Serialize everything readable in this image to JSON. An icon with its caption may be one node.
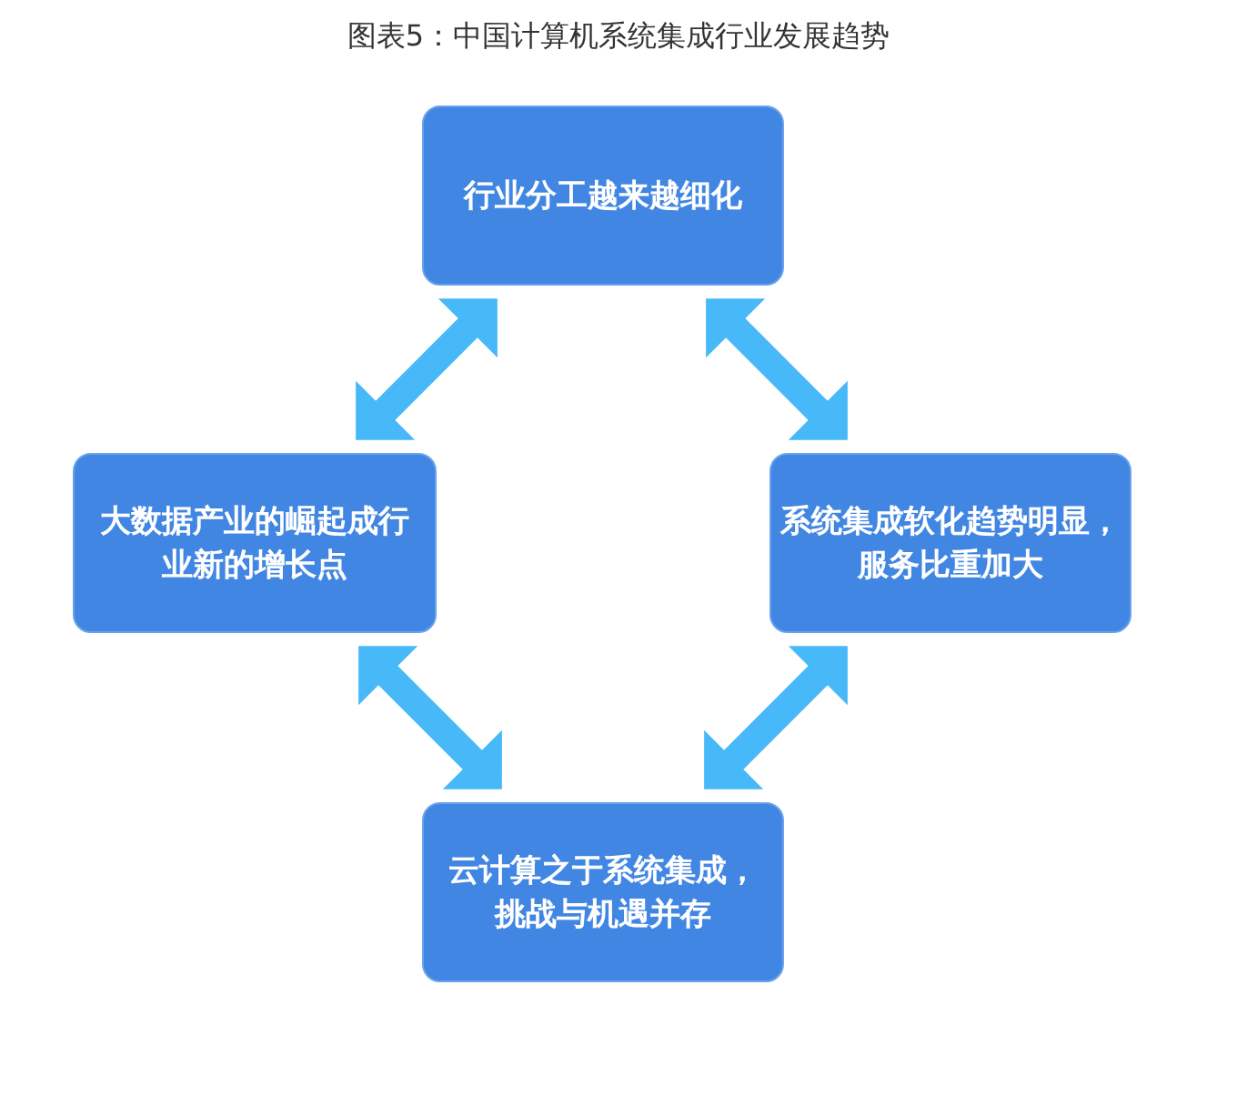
{
  "diagram": {
    "title": "图表5：中国计算机系统集成行业发展趋势",
    "nodes": [
      {
        "text": [
          "行业分工越来越细化"
        ]
      },
      {
        "text": [
          "大数据产业的崛起成行业新的增长点"
        ]
      },
      {
        "text": [
          "系统集成软化趋势明显，服务比重加大"
        ]
      },
      {
        "text": [
          "云计算之于系统集成，挑战与机遇并存"
        ]
      }
    ],
    "edges": [
      {
        "from": 0,
        "to": 1,
        "arrow": "both"
      },
      {
        "from": 0,
        "to": 2,
        "arrow": "both"
      },
      {
        "from": 1,
        "to": 3,
        "arrow": "both"
      },
      {
        "from": 2,
        "to": 3,
        "arrow": "both"
      }
    ]
  }
}
